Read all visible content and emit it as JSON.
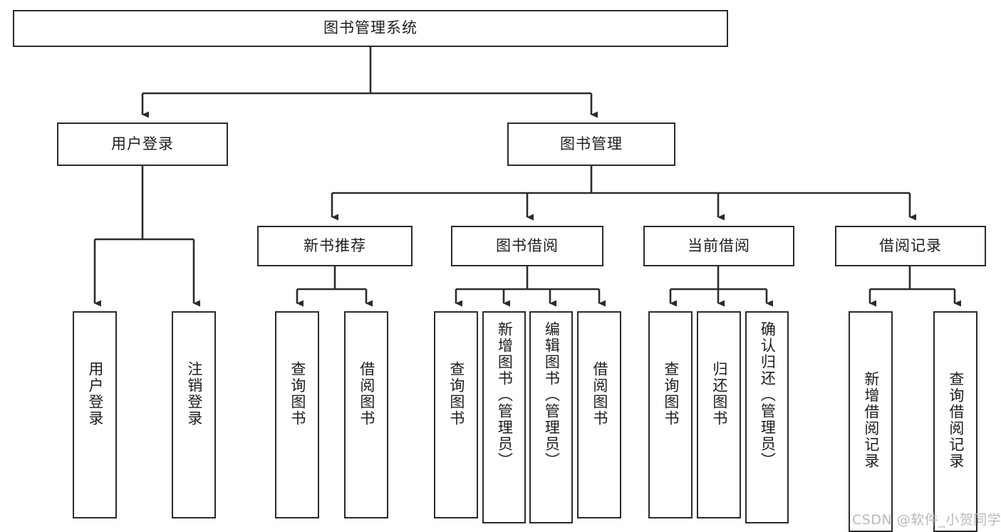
{
  "diagram": {
    "title": "图书管理系统",
    "type": "hierarchy-tree",
    "root": {
      "label": "图书管理系统"
    },
    "level2": [
      {
        "label": "用户登录"
      },
      {
        "label": "图书管理"
      }
    ],
    "level3": [
      {
        "label": "新书推荐"
      },
      {
        "label": "图书借阅"
      },
      {
        "label": "当前借阅"
      },
      {
        "label": "借阅记录"
      }
    ],
    "leaves": {
      "user_login": [
        {
          "label": "用户登录"
        },
        {
          "label": "注销登录"
        }
      ],
      "new_book_recommend": [
        {
          "label": "查询图书"
        },
        {
          "label": "借阅图书"
        }
      ],
      "book_borrow": [
        {
          "label": "查询图书"
        },
        {
          "label": "新增图书（管理员）"
        },
        {
          "label": "编辑图书（管理员）"
        },
        {
          "label": "借阅图书"
        }
      ],
      "current_borrow": [
        {
          "label": "查询图书"
        },
        {
          "label": "归还图书"
        },
        {
          "label": "确认归还（管理员）"
        }
      ],
      "borrow_record": [
        {
          "label": "新增借阅记录"
        },
        {
          "label": "查询借阅记录"
        }
      ]
    }
  },
  "watermark": {
    "text": "CSDN @软件_小贺同学"
  },
  "colors": {
    "stroke": "#2b2b2b",
    "text": "#1d1d1d",
    "background": "#ffffff",
    "watermark": "#b9b9b9"
  }
}
